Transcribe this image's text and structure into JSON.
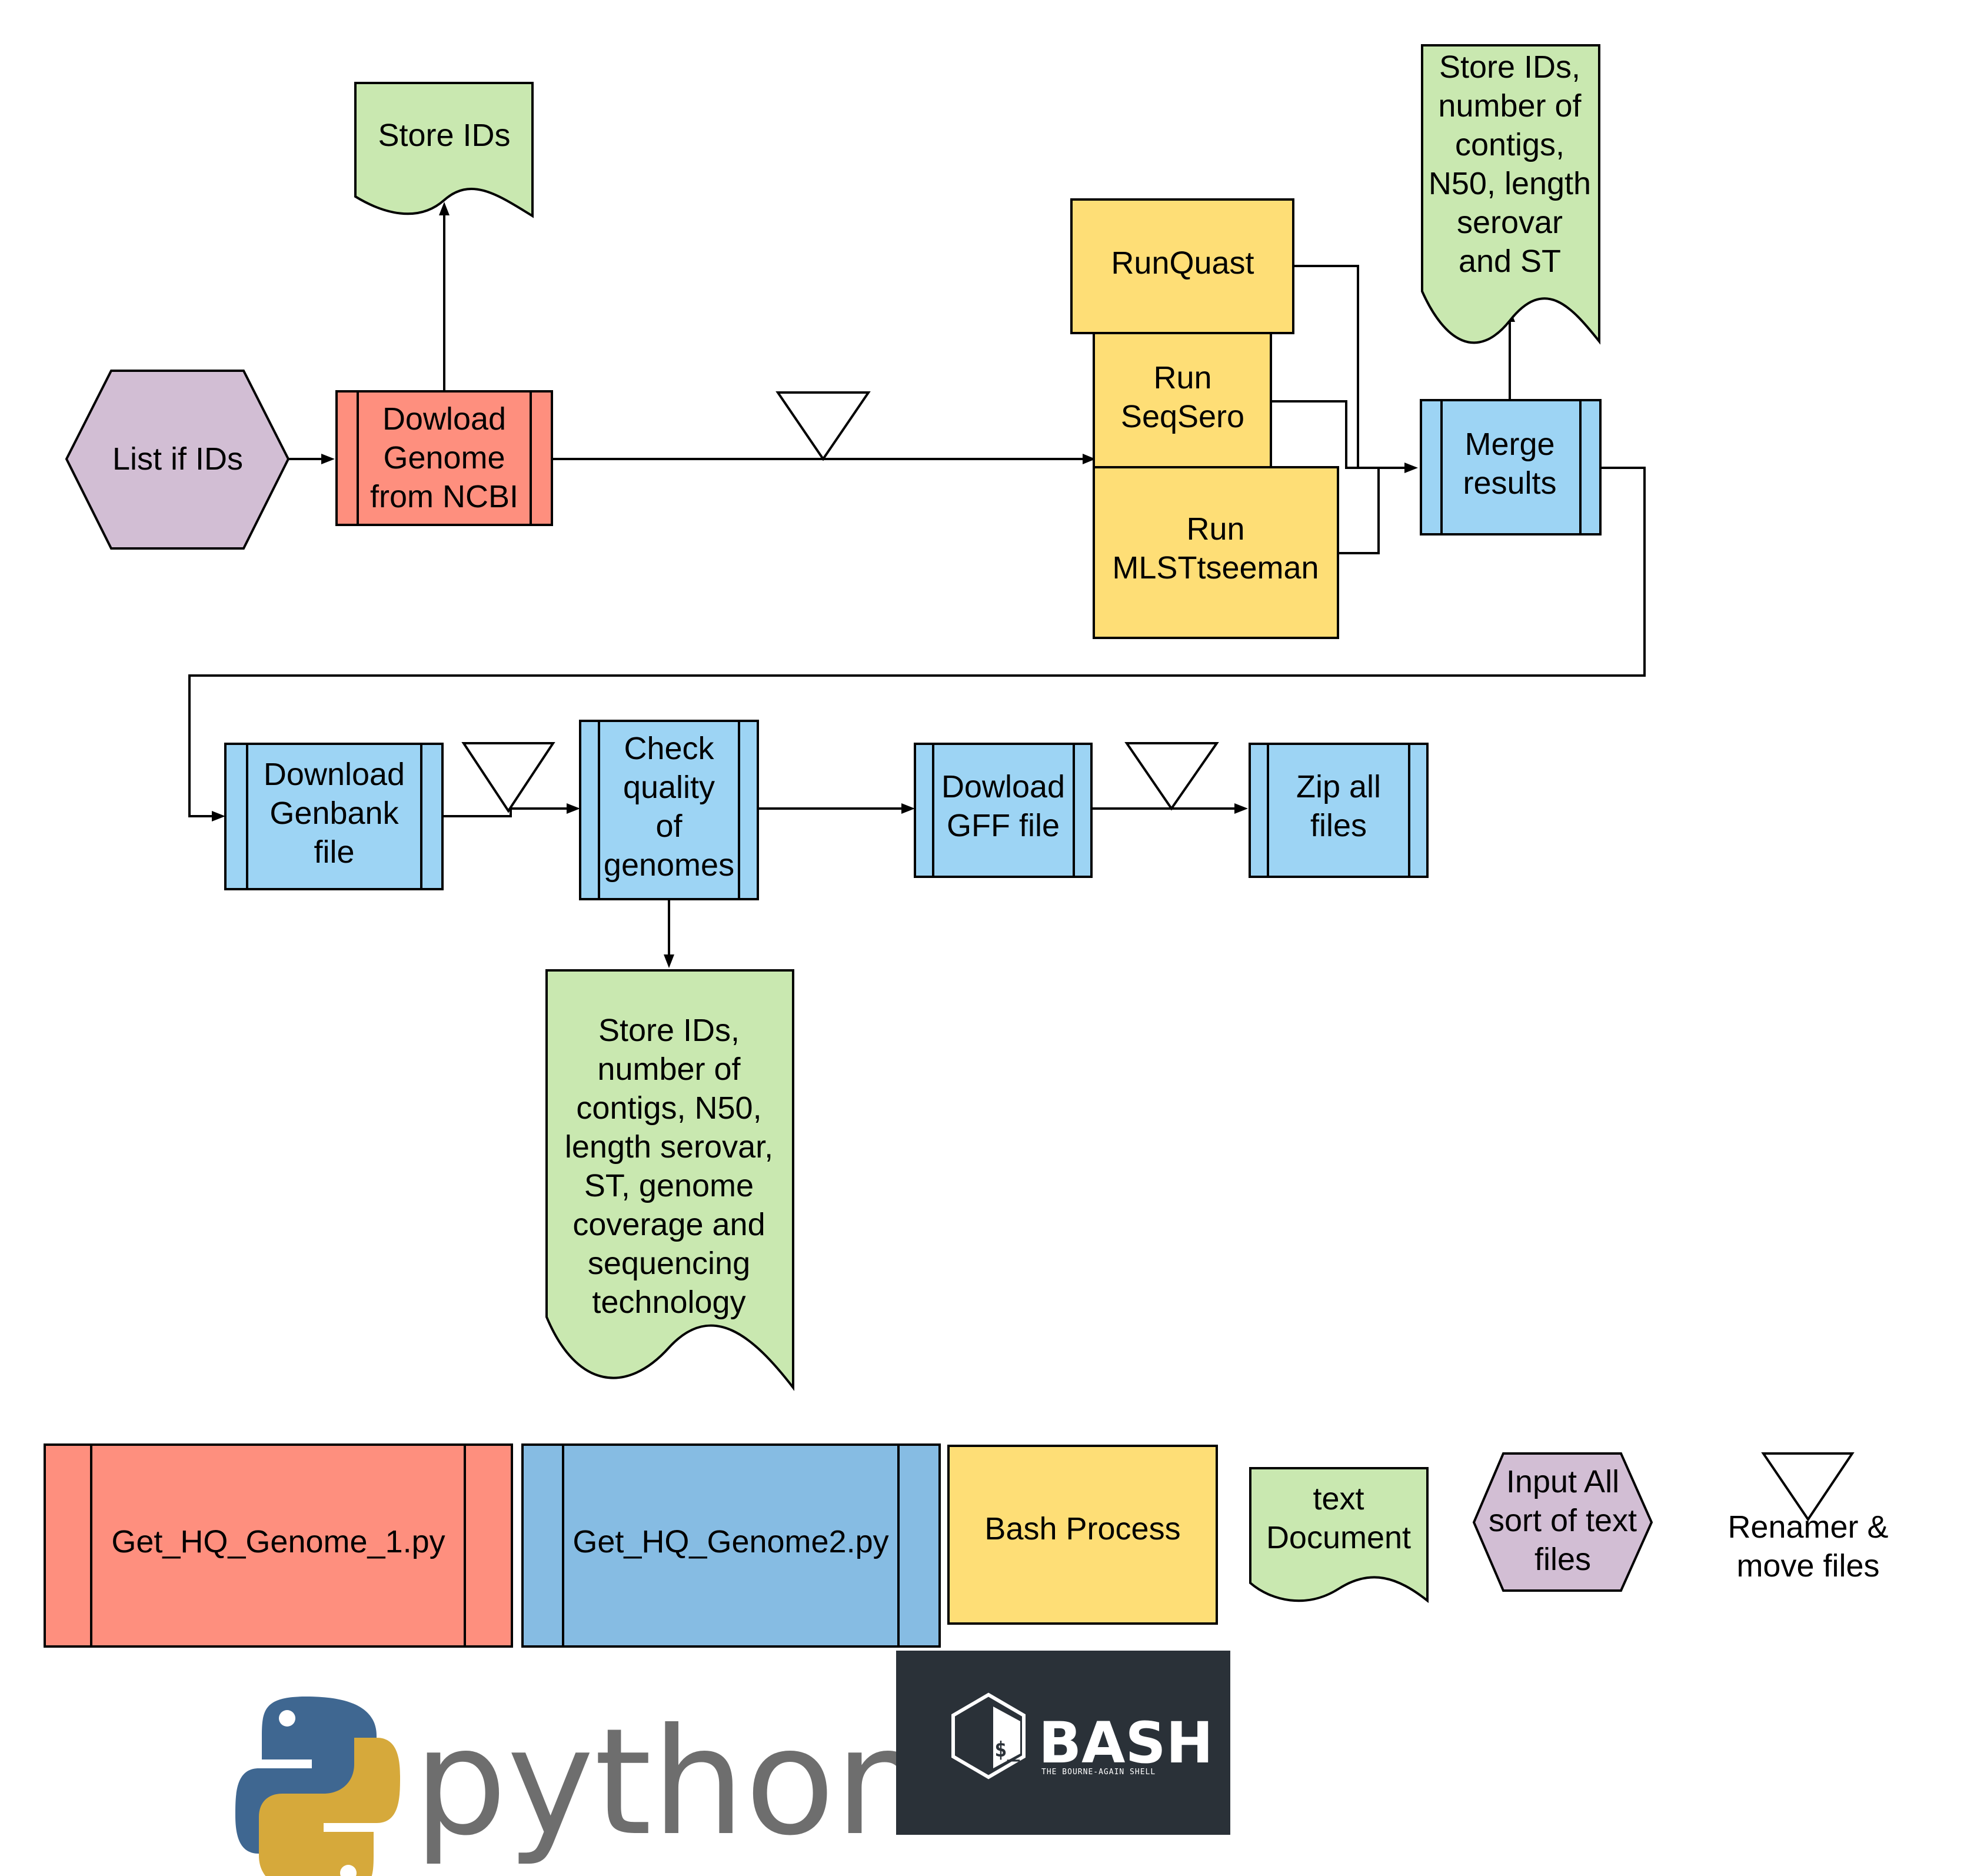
{
  "colors": {
    "input_purple": "#d2bed4",
    "python1_red": "#fe8f7e",
    "python2_blue": "#9dd4f4",
    "legend_blue": "#86bce3",
    "bash_yellow": "#fede76",
    "doc_green": "#c9e8b0",
    "stroke": "#000000",
    "bash_bg": "#2a3138",
    "python_blue": "#3f6791",
    "python_yellow": "#d6a93b"
  },
  "nodes": {
    "list_ids": {
      "lines": [
        "List if IDs"
      ]
    },
    "download_genome": {
      "lines": [
        "Dowload",
        "Genome",
        "from NCBI"
      ]
    },
    "store_ids_top": {
      "lines": [
        "Store IDs"
      ]
    },
    "run_quast": {
      "lines": [
        "RunQuast"
      ]
    },
    "run_seqsero": {
      "lines": [
        "Run",
        "SeqSero"
      ]
    },
    "run_mlst": {
      "lines": [
        "Run",
        "MLSTtseeman"
      ]
    },
    "merge_results": {
      "lines": [
        "Merge",
        "results"
      ]
    },
    "store_ids_right": {
      "lines": [
        "Store IDs,",
        "number of",
        "contigs,",
        "N50, length",
        "serovar",
        "and ST"
      ]
    },
    "download_genbank": {
      "lines": [
        "Download",
        "Genbank",
        "file"
      ]
    },
    "check_quality": {
      "lines": [
        "Check",
        "quality",
        "of",
        "genomes"
      ]
    },
    "download_gff": {
      "lines": [
        "Dowload",
        "GFF file"
      ]
    },
    "zip_files": {
      "lines": [
        "Zip all",
        "files"
      ]
    },
    "store_ids_bottom": {
      "lines": [
        "Store IDs,",
        "number of",
        "contigs, N50,",
        "length serovar,",
        "ST, genome",
        "coverage and",
        "sequencing",
        "technology"
      ]
    }
  },
  "legend": {
    "python1": {
      "lines": [
        "Get_HQ_Genome_1.py"
      ]
    },
    "python2": {
      "lines": [
        "Get_HQ_Genome2.py"
      ]
    },
    "bash": {
      "lines": [
        "Bash Process"
      ]
    },
    "text_doc": {
      "lines": [
        "text",
        "Document"
      ]
    },
    "input": {
      "lines": [
        "Input All",
        "sort of text",
        "files"
      ]
    },
    "renamer": {
      "lines": [
        "Renamer &",
        "move files"
      ]
    }
  },
  "logos": {
    "python_word": "python",
    "bash_word": "BASH",
    "bash_tagline": "THE BOURNE-AGAIN SHELL",
    "bash_prompt": "$_"
  }
}
